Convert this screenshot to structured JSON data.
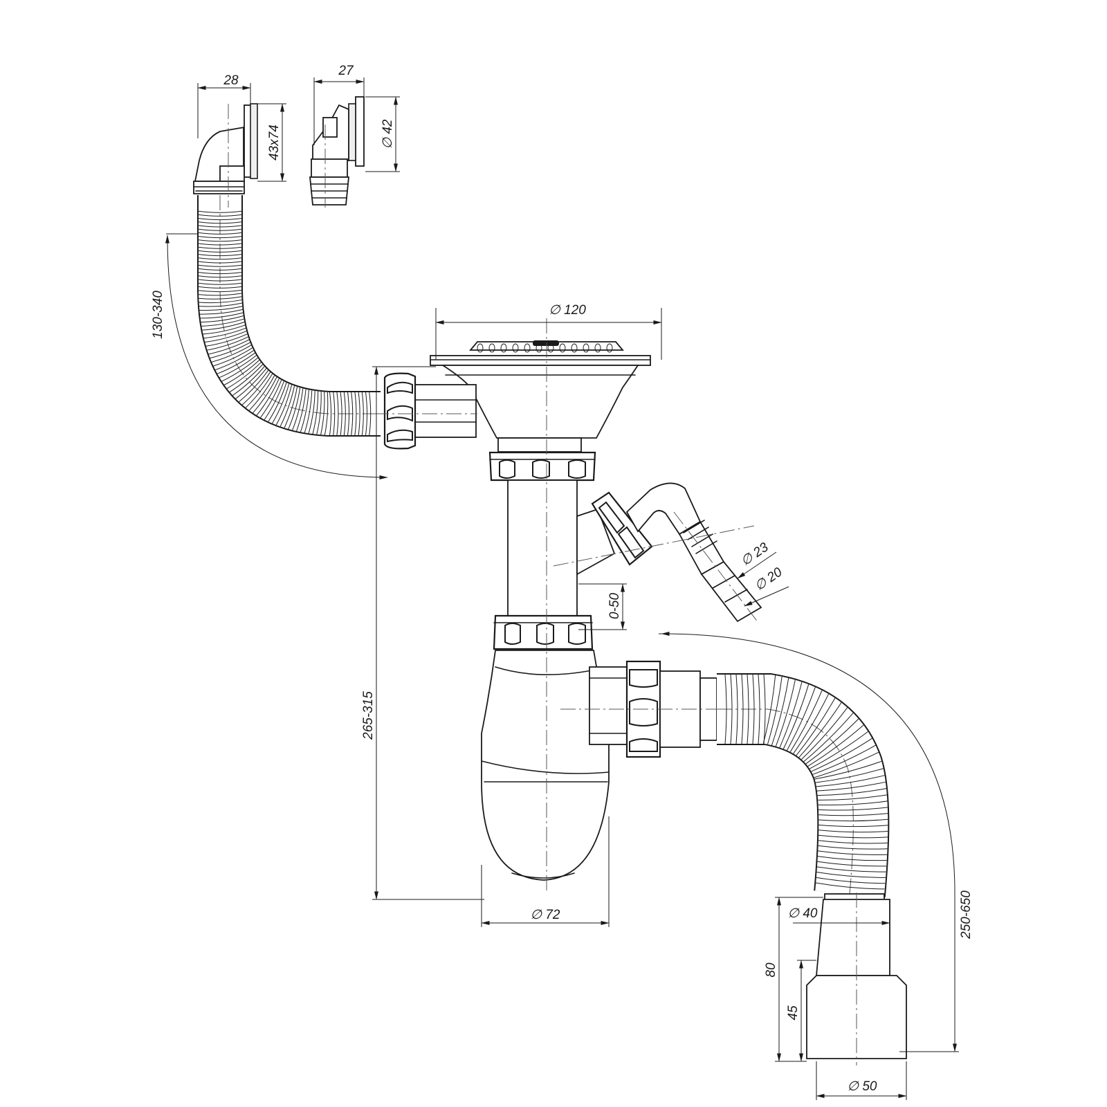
{
  "title": "",
  "colors": {
    "line": "#1a1a1a",
    "background": "#ffffff"
  },
  "dimensions": {
    "overflow_width": "28",
    "overflow_plate": "43x74",
    "alt_overflow_width": "27",
    "alt_overflow_dia": "∅ 42",
    "overflow_hose_length": "130-340",
    "strainer_dia": "∅ 120",
    "appliance_outlet_dia_23": "∅ 23",
    "appliance_outlet_dia_20": "∅ 20",
    "tailpiece_adjust": "0-50",
    "trap_height": "265-315",
    "trap_dia": "∅ 72",
    "outlet_dia_40": "∅ 40",
    "outlet_length_80": "80",
    "outlet_length_45": "45",
    "outlet_dia_50": "∅ 50",
    "drain_hose_length": "250-650"
  }
}
